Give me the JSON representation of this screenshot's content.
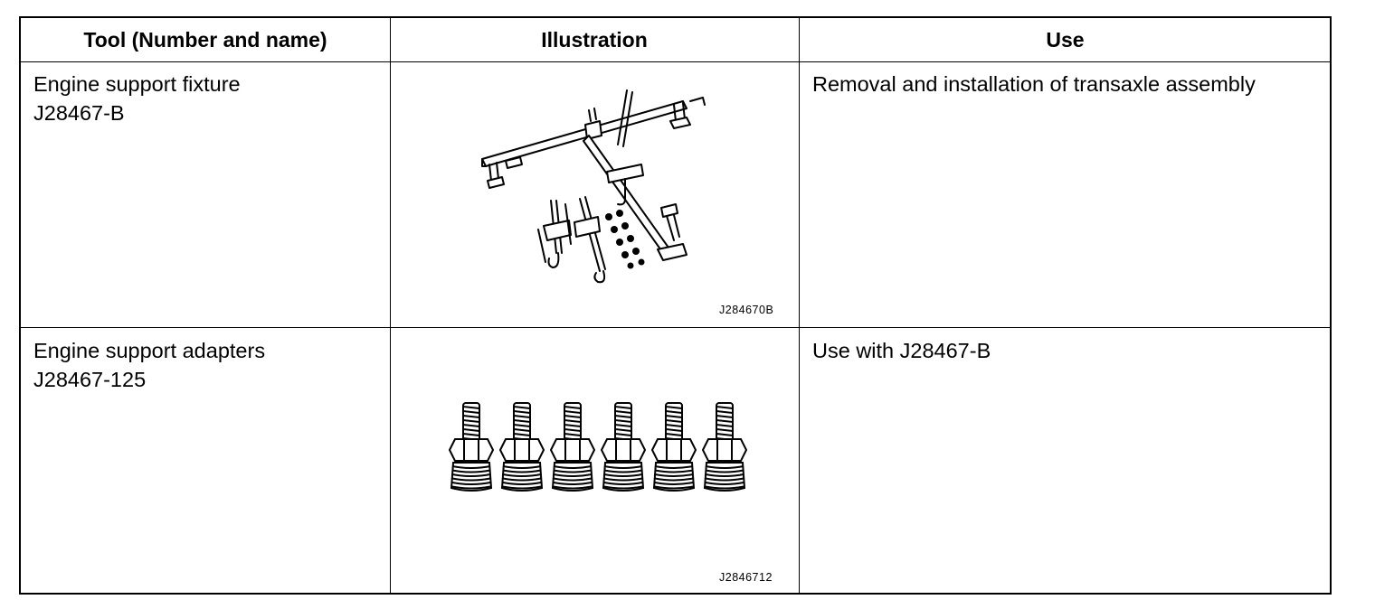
{
  "table": {
    "headers": [
      "Tool (Number and name)",
      "Illustration",
      "Use"
    ],
    "rows": [
      {
        "tool_name": "Engine support fixture",
        "tool_number": "J28467-B",
        "illustration_code": "J284670B",
        "use": "Removal and installation of transaxle assembly"
      },
      {
        "tool_name": "Engine support adapters",
        "tool_number": "J28467-125",
        "illustration_code": "J2846712",
        "use": "Use with J28467-B"
      }
    ]
  }
}
